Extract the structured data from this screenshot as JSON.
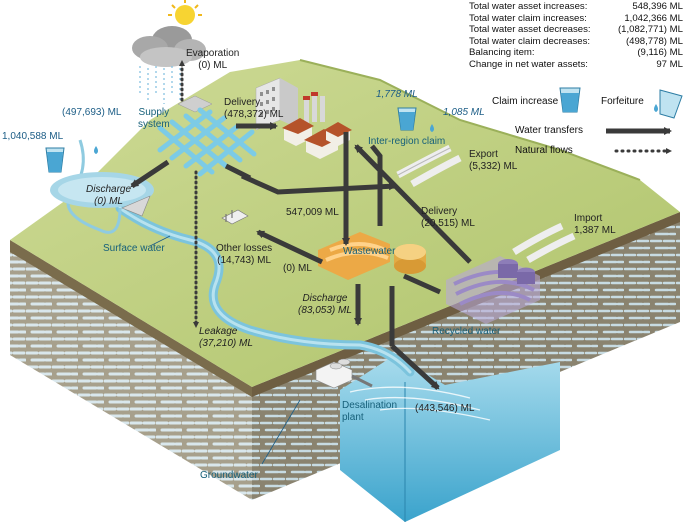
{
  "summary": {
    "rows": [
      {
        "label": "Total water asset increases:",
        "value": "548,396 ML"
      },
      {
        "label": "Total water claim increases:",
        "value": "1,042,366 ML"
      },
      {
        "label": "Total water asset decreases:",
        "value": "(1,082,771) ML"
      },
      {
        "label": "Total water claim decreases:",
        "value": "(498,778) ML"
      },
      {
        "label": "Balancing item:",
        "value": "(9,116) ML"
      },
      {
        "label": "Change in net water assets:",
        "value": "97 ML"
      }
    ]
  },
  "legend": {
    "claim_increase": "Claim increase",
    "forfeiture": "Forfeiture",
    "water_transfers": "Water transfers",
    "natural_flows": "Natural flows"
  },
  "labels": {
    "evaporation": "Evaporation",
    "evaporation_value": "(0) ML",
    "supply_system_1": "Supply",
    "supply_system_2": "system",
    "delivery_1": "Delivery",
    "delivery_1_value": "(478,372) ML",
    "claim_left_decrease": "(497,693) ML",
    "claim_left_increase": "1,040,588 ML",
    "claim_right_increase": "1,778 ML",
    "claim_right_decrease": "1,085 ML",
    "inter_region_claim": "Inter-region claim",
    "export": "Export",
    "export_value": "(5,332) ML",
    "discharge_top": "Discharge",
    "discharge_top_value": "(0) ML",
    "surface_water": "Surface water",
    "flow_547009": "547,009 ML",
    "delivery_2": "Delivery",
    "delivery_2_value": "(20,515) ML",
    "import": "Import",
    "import_value": "1,387 ML",
    "other_losses": "Other losses",
    "other_losses_value": "(14,743) ML",
    "flow_zero": "(0) ML",
    "wastewater": "Wastewater",
    "discharge_mid": "Discharge",
    "discharge_mid_value": "(83,053) ML",
    "recycled_water": "Recycled water",
    "leakage": "Leakage",
    "leakage_value": "(37,210) ML",
    "desalination_1": "Desalination",
    "desalination_2": "plant",
    "ocean_value": "(443,546) ML",
    "groundwater": "Groundwater"
  }
}
